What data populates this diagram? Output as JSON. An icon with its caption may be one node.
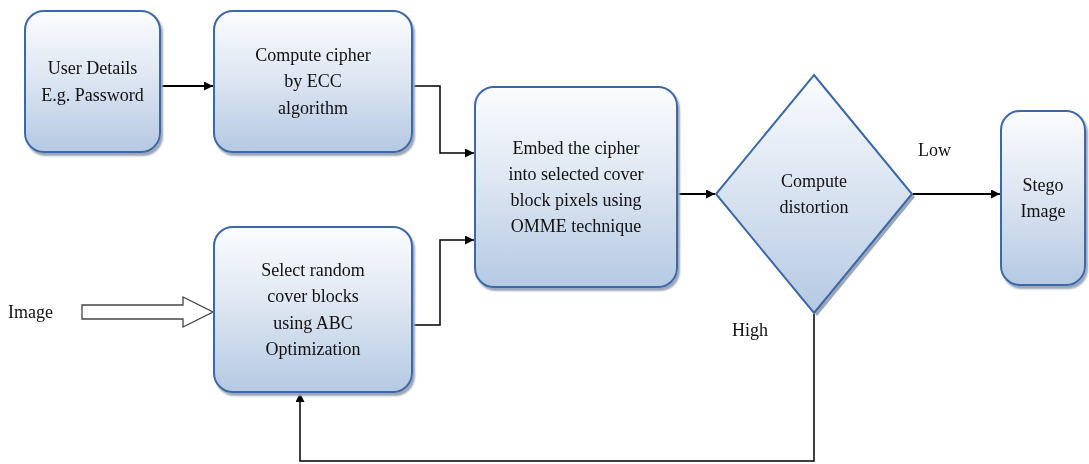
{
  "diagram": {
    "nodes": [
      {
        "text": [
          "User Details E.g. Password"
        ]
      },
      {
        "text": [
          "Compute cipher by ECC algorithm"
        ]
      },
      {
        "text": [
          "Embed the cipher into selected cover block pixels using OMME technique"
        ]
      },
      {
        "text": [
          "Compute distortion"
        ]
      },
      {
        "text": [
          "Stego Image"
        ]
      },
      {
        "text": [
          "Image"
        ]
      },
      {
        "text": [
          "Select random cover blocks using ABC Optimization"
        ]
      }
    ],
    "edges": [
      {
        "from": 0,
        "to": 1,
        "arrow": "to"
      },
      {
        "from": 1,
        "to": 2,
        "arrow": "to"
      },
      {
        "from": 6,
        "to": 2,
        "arrow": "to"
      },
      {
        "from": 5,
        "to": 6,
        "arrow": "to",
        "style": "thick"
      },
      {
        "from": 2,
        "to": 3,
        "arrow": "to"
      },
      {
        "from": 3,
        "to": 4,
        "arrow": "to",
        "label": "Low"
      },
      {
        "from": 3,
        "to": 6,
        "arrow": "to",
        "label": "High"
      }
    ]
  }
}
